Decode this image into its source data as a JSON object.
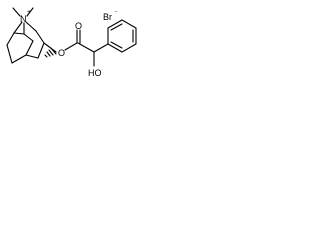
{
  "structure": {
    "labels": {
      "nitrogen": "N",
      "charge": "+",
      "bromide": "Br",
      "bromide_charge": "⁻",
      "ester_o1": "O",
      "ester_o2": "O",
      "hydroxyl": "HO"
    },
    "colors": {
      "ink": "#000000",
      "background": "#ffffff"
    }
  }
}
